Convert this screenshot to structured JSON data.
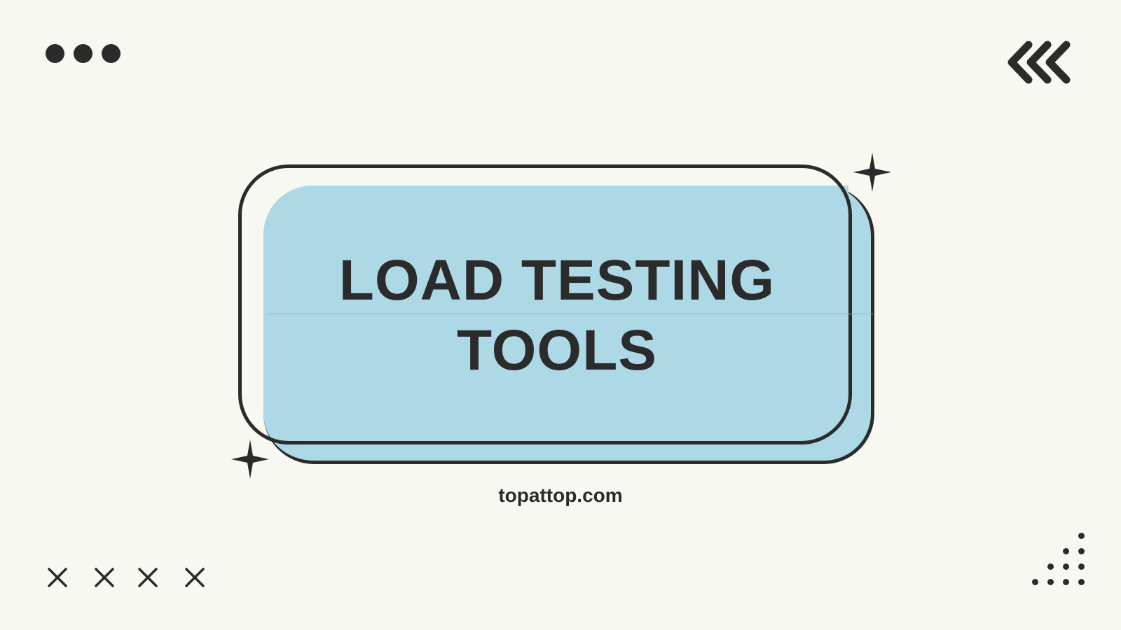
{
  "title": {
    "line1": "LOAD TESTING",
    "line2": "TOOLS"
  },
  "footer": {
    "site": "topattop.com"
  },
  "decorations": {
    "top_left": "three-dots",
    "top_right": "triple-chevron-left",
    "sparkles": [
      "sparkle-star",
      "sparkle-star"
    ],
    "bottom_left": [
      "x-mark",
      "x-mark",
      "x-mark",
      "x-mark"
    ],
    "bottom_right": "dot-triangle-grid"
  },
  "colors": {
    "background": "#f7f8f1",
    "accent_blue": "#add8e6",
    "ink": "#2b2b2b"
  }
}
